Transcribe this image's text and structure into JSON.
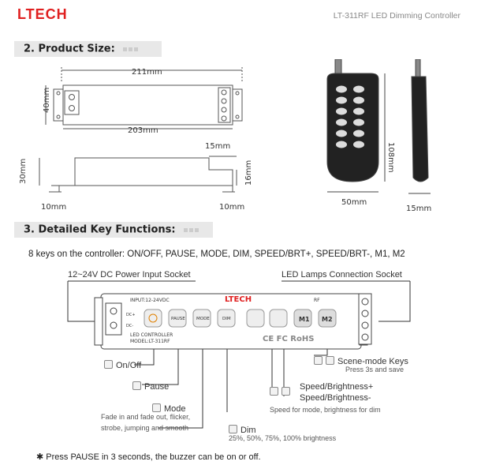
{
  "header": {
    "logo_text": "LTECH",
    "doc_title": "LT-311RF LED Dimming Controller",
    "brand_color": "#e02020"
  },
  "product_size": {
    "heading": "2.  Product Size:",
    "dim_211": "211mm",
    "dim_40": "40mm",
    "dim_203": "203mm",
    "dim_15": "15mm",
    "dim_30": "30mm",
    "dim_16": "16mm",
    "dim_10_left": "10mm",
    "dim_10_right": "10mm",
    "remote_108": "108mm",
    "remote_50": "50mm",
    "remote_15": "15mm"
  },
  "key_functions": {
    "heading": "3.  Detailed Key Functions:",
    "intro": "8 keys on the controller: ON/OFF, PAUSE, MODE, DIM, SPEED/BRT+, SPEED/BRT-, M1, M2",
    "power_socket": "12~24V DC Power Input Socket",
    "led_socket": "LED Lamps Connection Socket",
    "device": {
      "brand": "LTECH",
      "input_label": "INPUT:12-24VDC",
      "model_line1": "LED CONTROLLER",
      "model_line2": "MODEL:LT-311RF",
      "rf": "RF",
      "btn_pause": "PAUSE",
      "btn_mode": "MODE",
      "btn_dim": "DIM",
      "btn_m1": "M1",
      "btn_m2": "M2",
      "cert": "CE  FC  RoHS",
      "dc_plus": "DC+",
      "dc_minus": "DC-"
    },
    "onoff": "On/Off",
    "pause": "Pause",
    "mode_title": "Mode",
    "mode_desc1": "Fade in and fade out, flicker,",
    "mode_desc2": "strobe, jumping and smooth",
    "dim_title": "Dim",
    "dim_desc": "25%, 50%, 75%, 100% brightness",
    "speed_plus": "Speed/Brightness+",
    "speed_minus": "Speed/Brightness-",
    "speed_desc": "Speed for mode, brightness for dim",
    "scene_title": "Scene-mode Keys",
    "scene_desc": "Press 3s and save",
    "note": "✱ Press PAUSE in 3 seconds, the buzzer can be on or off."
  }
}
